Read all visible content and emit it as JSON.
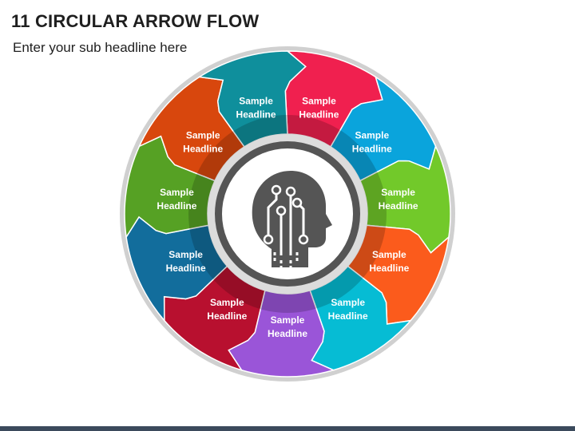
{
  "header": {
    "title": "11 CIRCULAR ARROW FLOW",
    "subtitle": "Enter your sub headline here"
  },
  "segments": [
    {
      "line1": "Sample",
      "line2": "Headline",
      "color": "#f0204f"
    },
    {
      "line1": "Sample",
      "line2": "Headline",
      "color": "#0aa4dc"
    },
    {
      "line1": "Sample",
      "line2": "Headline",
      "color": "#72c92a"
    },
    {
      "line1": "Sample",
      "line2": "Headline",
      "color": "#fb5b1c"
    },
    {
      "line1": "Sample",
      "line2": "Headline",
      "color": "#06bcd4"
    },
    {
      "line1": "Sample",
      "line2": "Headline",
      "color": "#9a55d8"
    },
    {
      "line1": "Sample",
      "line2": "Headline",
      "color": "#b8102f"
    },
    {
      "line1": "Sample",
      "line2": "Headline",
      "color": "#126d9c"
    },
    {
      "line1": "Sample",
      "line2": "Headline",
      "color": "#56a124"
    },
    {
      "line1": "Sample",
      "line2": "Headline",
      "color": "#d8470d"
    },
    {
      "line1": "Sample",
      "line2": "Headline",
      "color": "#0f8f9c"
    }
  ],
  "center": {
    "icon": "ai-head-circuit-icon",
    "ring_color": "#555555",
    "rim_color": "#d0d0d0"
  },
  "bottom_bar_color": "#3b4a5c"
}
